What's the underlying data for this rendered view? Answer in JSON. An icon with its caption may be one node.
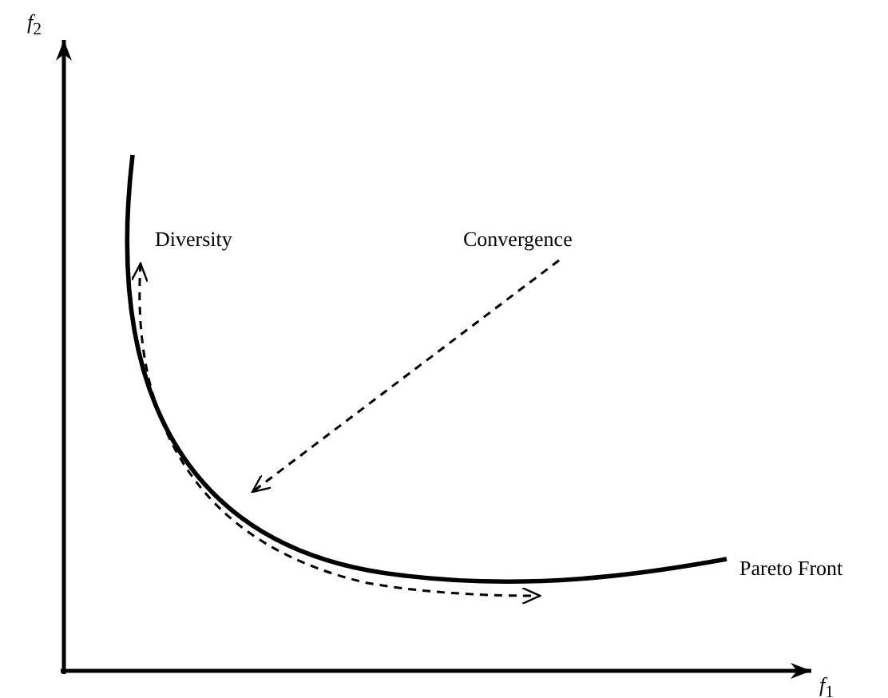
{
  "diagram": {
    "labels": [
      "*f*$_{2}$",
      "*f*$_{1}$",
      "Diversity",
      "Convergence",
      "Pareto Front"
    ]
  }
}
